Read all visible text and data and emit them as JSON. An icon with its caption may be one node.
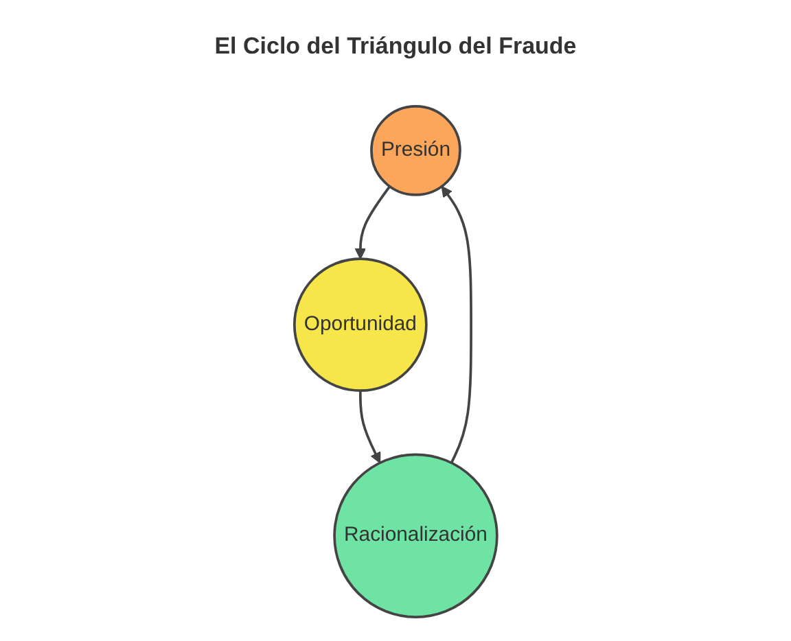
{
  "diagram": {
    "title": "El Ciclo del Triángulo del Fraude",
    "nodes": [
      {
        "text": [
          "Presión"
        ]
      },
      {
        "text": [
          "Oportunidad"
        ]
      },
      {
        "text": [
          "Racionalización"
        ]
      }
    ],
    "edges": [
      {
        "from": 0,
        "to": 1,
        "arrow": "to"
      },
      {
        "from": 1,
        "to": 2,
        "arrow": "to"
      },
      {
        "from": 2,
        "to": 0,
        "arrow": "to"
      }
    ]
  }
}
